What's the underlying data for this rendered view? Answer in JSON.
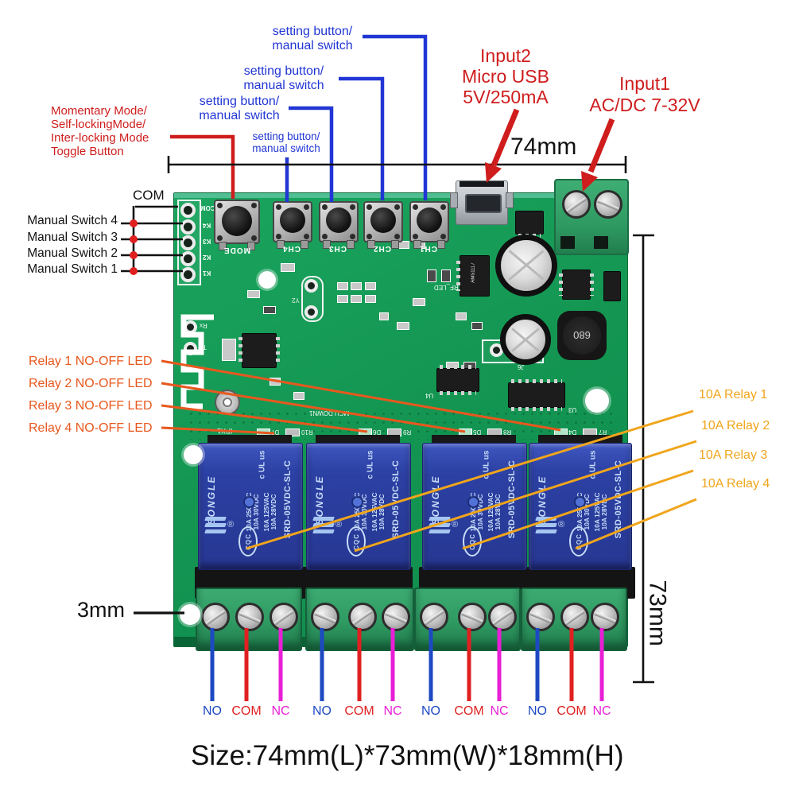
{
  "colors": {
    "annotation_blue": "#2136d4",
    "annotation_red": "#cf1d1d",
    "annotation_orange": "#e8581e",
    "annotation_amber": "#f0a51c",
    "dimension_black": "#111111",
    "no_blue": "#1d49c2",
    "com_red": "#e02020",
    "nc_magenta": "#e81fd6",
    "pcb_green": "#13994f",
    "relay_blue": "#2b3fa0"
  },
  "annotations": {
    "setting_button": {
      "line1": "setting button/",
      "line2": "manual switch"
    },
    "mode_toggle": [
      "Momentary Mode/",
      "Self-lockingMode/",
      "Inter-locking Mode",
      "Toggle Button"
    ],
    "input2": [
      "Input2",
      "Micro USB",
      "5V/250mA"
    ],
    "input1": [
      "Input1",
      "AC/DC 7-32V"
    ],
    "dim_width": "74mm",
    "dim_height": "73mm",
    "hole_size": "3mm",
    "com_label": "COM",
    "manual_switches": [
      "Manual Switch 4",
      "Manual Switch 3",
      "Manual Switch 2",
      "Manual Switch 1"
    ],
    "relay_leds": [
      "Relay 1 NO-OFF LED",
      "Relay 2 NO-OFF LED",
      "Relay 3 NO-OFF LED",
      "Relay 4 NO-OFF LED"
    ],
    "relay_ratings": [
      "10A Relay 1",
      "10A Relay 2",
      "10A Relay 3",
      "10A Relay 4"
    ],
    "terminal_labels": {
      "no": "NO",
      "com": "COM",
      "nc": "NC"
    },
    "size_caption": "Size:74mm(L)*73mm(W)*18mm(H)"
  },
  "board": {
    "buttons": [
      "MODE",
      "CH4",
      "CH3",
      "CH2",
      "CH1"
    ],
    "header_pins": [
      "COM",
      "K4",
      "K3",
      "K2",
      "K1"
    ],
    "rx": "Rx",
    "tx": "Tx",
    "rf_led": "RF_LED",
    "ipx": "IPX1",
    "mcu": "MCU DOWN1",
    "y2": "Y2",
    "j6": "J6",
    "u3": "U3",
    "u4": "U4",
    "led_row": [
      {
        "d": "D7",
        "r": "R10"
      },
      {
        "d": "D6",
        "r": "R9"
      },
      {
        "d": "D5",
        "r": "R8"
      },
      {
        "d": "D4",
        "r": "R7"
      }
    ],
    "inductor": "680",
    "regulator": "AMS1117"
  },
  "relay": {
    "brand": "SONGLE",
    "reg": "®",
    "ul": "c UL us",
    "cqc": "CQC",
    "r1a": "10A 250VAC",
    "r1b": "10A 30VDC",
    "r2a": "10A 125VAC",
    "r2b": "10A 28VDC",
    "model": "SRD-05VDC-SL-C"
  }
}
